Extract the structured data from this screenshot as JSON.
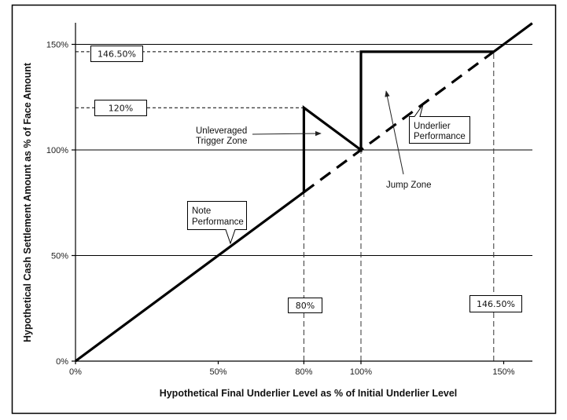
{
  "chart_data": {
    "type": "line",
    "title": "",
    "xlabel": "Hypothetical Final Underlier Level as % of Initial Underlier Level",
    "ylabel": "Hypothetical Cash Settlement Amount as % of Face Amount",
    "xlim": [
      0,
      160
    ],
    "ylim": [
      0,
      160
    ],
    "grid": true,
    "x_ticks": [
      {
        "value": 0,
        "label": "0%"
      },
      {
        "value": 50,
        "label": "50%"
      },
      {
        "value": 80,
        "label": "80%"
      },
      {
        "value": 100,
        "label": "100%"
      },
      {
        "value": 150,
        "label": "150%"
      }
    ],
    "y_ticks": [
      {
        "value": 0,
        "label": "0%"
      },
      {
        "value": 50,
        "label": "50%"
      },
      {
        "value": 100,
        "label": "100%"
      },
      {
        "value": 150,
        "label": "150%"
      }
    ],
    "y_gridlines": [
      50,
      100,
      150
    ],
    "series": [
      {
        "name": "Note Performance",
        "style": "solid",
        "points": [
          [
            0,
            0
          ],
          [
            80,
            80
          ],
          [
            80,
            120
          ],
          [
            100,
            100
          ],
          [
            100,
            146.5
          ],
          [
            146.5,
            146.5
          ],
          [
            160,
            160
          ]
        ]
      },
      {
        "name": "Underlier Performance",
        "style": "dashed",
        "points": [
          [
            80,
            80
          ],
          [
            146.5,
            146.5
          ]
        ]
      }
    ],
    "reference_lines": [
      {
        "orientation": "horizontal",
        "value": 146.5,
        "from": 0,
        "to": 100
      },
      {
        "orientation": "horizontal",
        "value": 120,
        "from": 0,
        "to": 80
      },
      {
        "orientation": "vertical",
        "value": 80,
        "from": 0,
        "to": 80
      },
      {
        "orientation": "vertical",
        "value": 100,
        "from": 0,
        "to": 100
      },
      {
        "orientation": "vertical",
        "value": 146.5,
        "from": 0,
        "to": 146.5
      }
    ],
    "value_labels": [
      {
        "text": "146.50%",
        "axis": "y",
        "value": 146.5
      },
      {
        "text": "120%",
        "axis": "y",
        "value": 120
      },
      {
        "text": "80%",
        "axis": "x",
        "value": 80
      },
      {
        "text": "146.50%",
        "axis": "x",
        "value": 146.5
      }
    ],
    "annotations": [
      {
        "text": [
          "Unleveraged",
          "Trigger Zone"
        ],
        "type": "arrow"
      },
      {
        "text": [
          "Jump Zone"
        ],
        "type": "arrow"
      },
      {
        "text": [
          "Note",
          "Performance"
        ],
        "type": "callout"
      },
      {
        "text": [
          "Underlier",
          "Performance"
        ],
        "type": "callout"
      }
    ]
  }
}
